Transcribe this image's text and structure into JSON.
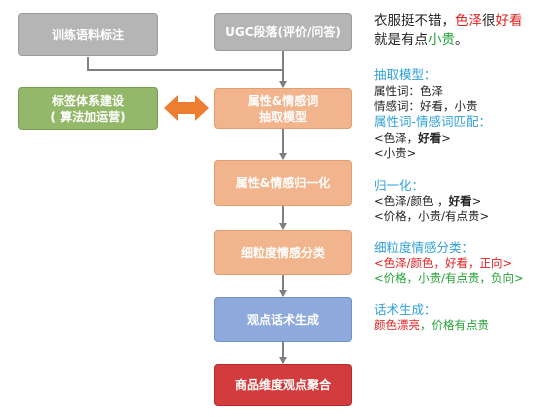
{
  "boxes": {
    "corpus": "训练语料标注",
    "ugc": "UGC段落(评价/问答)",
    "tag_system_l1": "标签体系建设",
    "tag_system_l2": "( 算法加运营)",
    "extract_l1": "属性&情感词",
    "extract_l2": "抽取模型",
    "normalize": "属性&情感归一化",
    "fine_sentiment": "细粒度情感分类",
    "generate": "观点话术生成",
    "aggregate": "商品维度观点聚合"
  },
  "example": {
    "l1_a": "衣服挺不错，",
    "l1_b": "色泽",
    "l1_c": "很",
    "l1_d": "好看",
    "l2_a": "就是有点",
    "l2_b": "小贵",
    "l2_c": "。"
  },
  "extract": {
    "header": "抽取模型：",
    "attr": "属性词：色泽",
    "emo": "情感词：好看，小贵",
    "match_header": "属性词-情感词匹配：",
    "pair1_a": "<色泽，",
    "pair1_b": "好看",
    "pair1_c": ">",
    "pair2": "<小贵>"
  },
  "normalize": {
    "header": "归一化：",
    "line1_a": "<色泽/颜色 ，",
    "line1_b": "好看",
    "line1_c": ">",
    "line2": "<价格，小贵/有点贵>"
  },
  "fine": {
    "header": "细粒度情感分类：",
    "line1": "<色泽/颜色，好看，正向>",
    "line2": "<价格，小贵/有点贵，负向>"
  },
  "gen": {
    "header": "话术生成：",
    "red": "颜色漂亮",
    "green": "，价格有点贵"
  },
  "colors": {
    "gray": "#b5b5b5",
    "green": "#93b86a",
    "peach": "#f2b48c",
    "blue": "#8ea9db",
    "red": "#d23c3c",
    "orange_arrow": "#ed7d31",
    "header_blue": "#2e9fd8"
  }
}
